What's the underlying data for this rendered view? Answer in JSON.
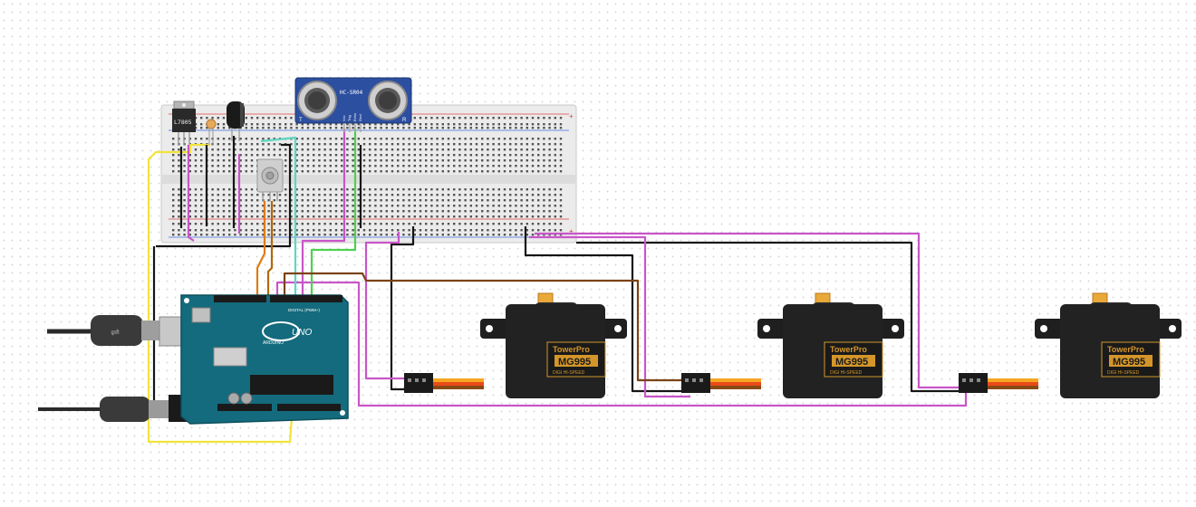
{
  "colors": {
    "breadboard": "#e9e9e9",
    "arduino": "#146b7d",
    "sensor": "#2d4fa0",
    "servo_body": "#1f1f1f",
    "servo_gear": "#e9a93a",
    "servo_badge": "#d4962a",
    "wire_yellow": "#f2e33a",
    "wire_black": "#151515",
    "wire_magenta": "#c856c8",
    "wire_green": "#4fd04f",
    "wire_teal": "#5fd6c2",
    "wire_orange": "#e07b12",
    "wire_brown": "#7a4314",
    "wire_signal_orange": "#f5a623"
  },
  "regulator": {
    "label": "L7805"
  },
  "sensor": {
    "label": "HC-SR04",
    "pin_labels": [
      "Vcc",
      "Trig",
      "Echo",
      "Gnd"
    ],
    "corner_left": "T",
    "corner_right": "R"
  },
  "arduino": {
    "label_uno": "UNO",
    "label_brand": "ARDUINO",
    "label_digital": "DIGITAL (PWM~)"
  },
  "servos": [
    {
      "brand": "TowerPro",
      "model": "MG995",
      "sub": "DIGI HI-SPEED"
    },
    {
      "brand": "TowerPro",
      "model": "MG995",
      "sub": "DIGI HI-SPEED"
    },
    {
      "brand": "TowerPro",
      "model": "MG995",
      "sub": "DIGI HI-SPEED"
    }
  ],
  "icons": [
    "usb-cable-icon",
    "dc-power-cable-icon"
  ]
}
